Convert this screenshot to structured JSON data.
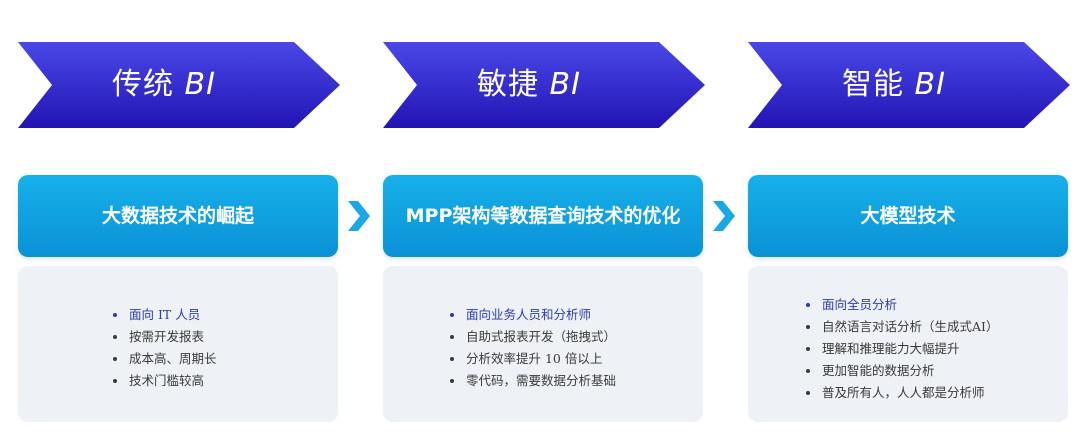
{
  "stages": [
    {
      "title": "传统",
      "bi": "BI",
      "technology": "大数据技术的崛起",
      "bullets": [
        "面向 IT 人员",
        "按需开发报表",
        "成本高、周期长",
        "技术门槛较高"
      ]
    },
    {
      "title": "敏捷",
      "bi": "BI",
      "technology": "MPP架构等数据查询技术的优化",
      "bullets": [
        "面向业务人员和分析师",
        "自助式报表开发（拖拽式）",
        "分析效率提升 10 倍以上",
        "零代码，需要数据分析基础"
      ]
    },
    {
      "title": "智能",
      "bi": "BI",
      "technology": "大模型技术",
      "bullets": [
        "面向全员分析",
        "自然语言对话分析（生成式AI）",
        "理解和推理能力大幅提升",
        "更加智能的数据分析",
        "普及所有人，人人都是分析师"
      ]
    }
  ],
  "colors": {
    "banner_start": "#3a37dc",
    "banner_end": "#2516b8",
    "tech_box": "#0f9fe0",
    "card_bg": "#eef1f6",
    "connector": "#1aa8e6",
    "first_bullet": "#2a3bb8"
  },
  "icons": {
    "connector": "chevron-right-icon",
    "bullet": "bullet-dot-icon"
  }
}
